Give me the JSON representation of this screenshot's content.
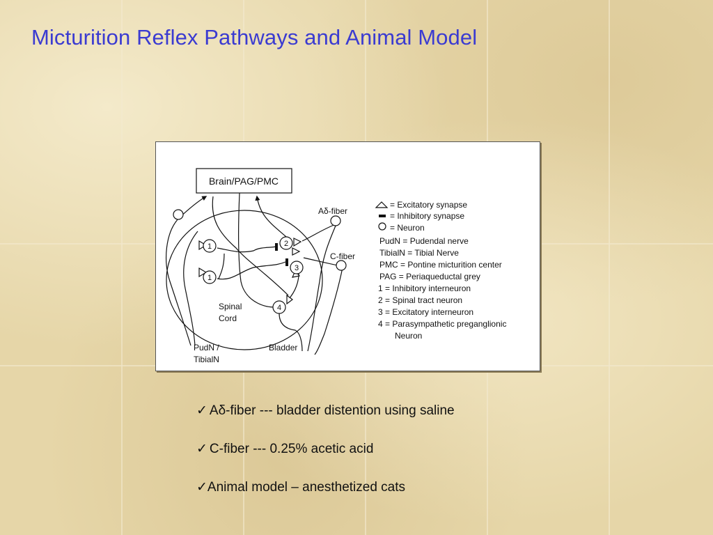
{
  "slide": {
    "title": "Micturition Reflex Pathways and Animal Model"
  },
  "diagram": {
    "brain_box": "Brain/PAG/PMC",
    "labels": {
      "a_delta_fiber": "Aδ-fiber",
      "c_fiber": "C-fiber",
      "spinal_cord_line1": "Spinal",
      "spinal_cord_line2": "Cord",
      "bladder": "Bladder",
      "pudn_line1": "PudN /",
      "pudn_line2": "TibialN"
    },
    "neuron_numbers": [
      "1",
      "1",
      "2",
      "3",
      "4"
    ],
    "legend_symbols": [
      "= Excitatory synapse",
      "= Inhibitory synapse",
      "= Neuron"
    ],
    "legend_lines": [
      "PudN = Pudendal nerve",
      "TibialN = Tibial Nerve",
      "PMC = Pontine micturition center",
      "PAG = Periaqueductal grey",
      "1 = Inhibitory interneuron",
      "2 = Spinal tract neuron",
      "3 = Excitatory interneuron",
      "4 = Parasympathetic preganglionic",
      "Neuron"
    ]
  },
  "bullets": {
    "check": "✓",
    "items": [
      "Aδ-fiber --- bladder distention using saline",
      "C-fiber --- 0.25% acetic acid",
      "Animal model – anesthetized cats"
    ]
  }
}
